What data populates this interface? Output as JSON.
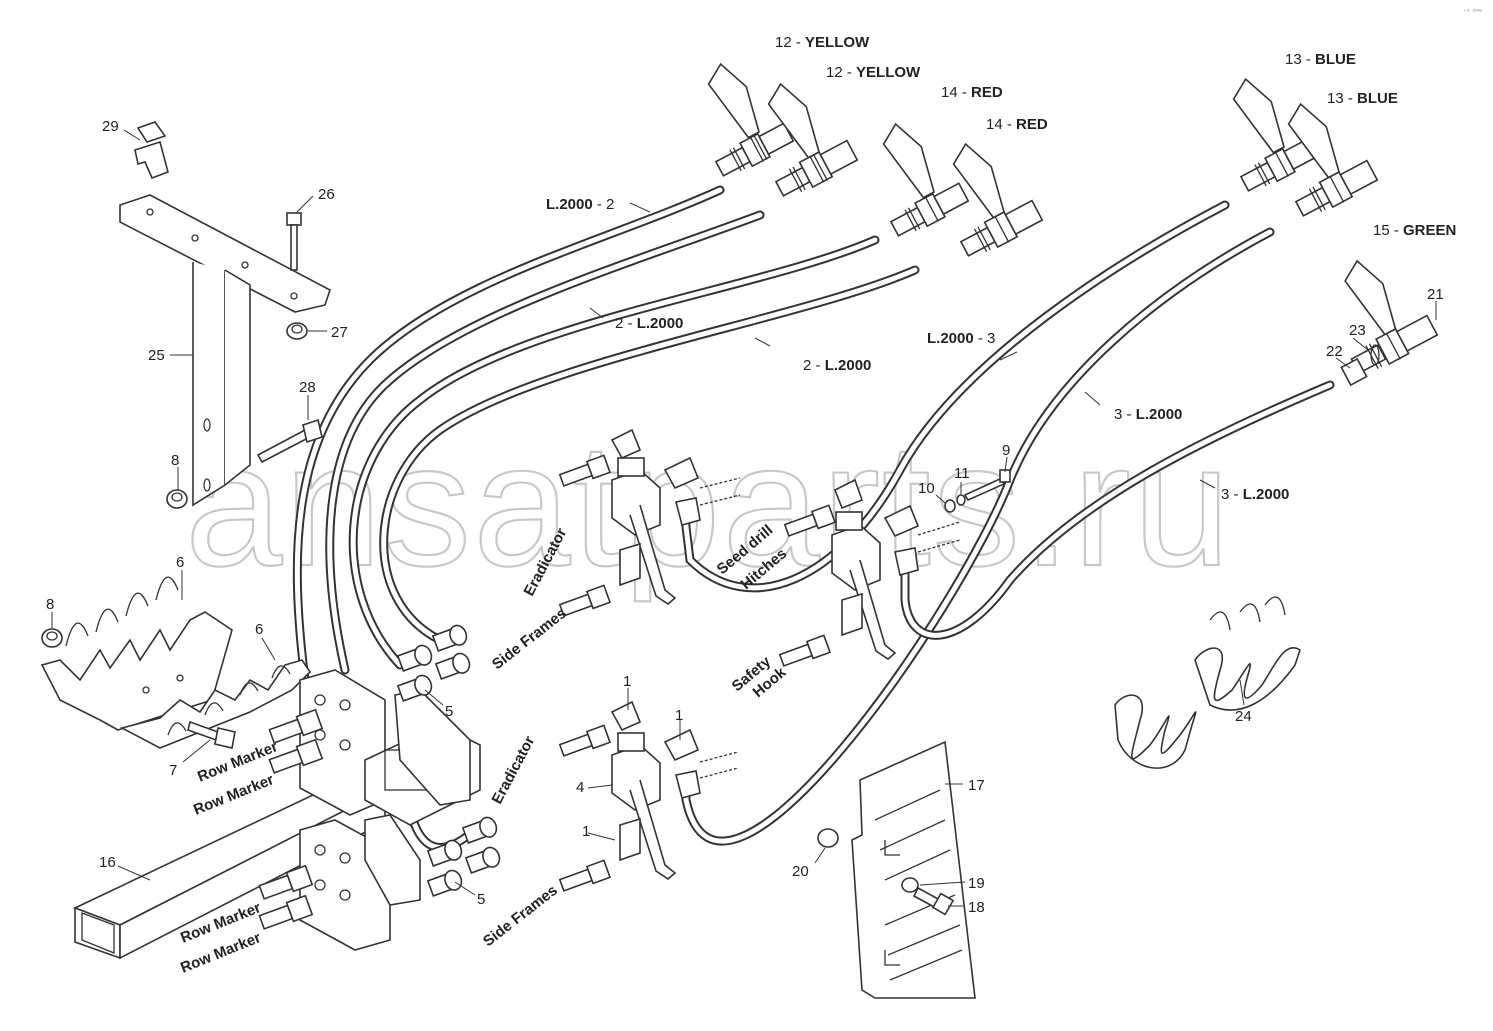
{
  "watermark": "ansatparts.ru",
  "corner_mark": "᛫ᵒ ᵒᵒᵒ",
  "colors": {
    "line": "#333333",
    "watermark": "#c8c8c8",
    "background": "#ffffff"
  },
  "coupler_labels": {
    "c12a": {
      "num": "12 - ",
      "color": "YELLOW"
    },
    "c12b": {
      "num": "12 - ",
      "color": "YELLOW"
    },
    "c14a": {
      "num": "14 - ",
      "color": "RED"
    },
    "c14b": {
      "num": "14 - ",
      "color": "RED"
    },
    "c13a": {
      "num": "13 - ",
      "color": "BLUE"
    },
    "c13b": {
      "num": "13 - ",
      "color": "BLUE"
    },
    "c15": {
      "num": "15 - ",
      "color": "GREEN"
    }
  },
  "hose_labels": {
    "h1": {
      "len": "L.2000",
      "sep": " - 2"
    },
    "h2": {
      "pre": "2 - ",
      "len": "L.2000"
    },
    "h3": {
      "pre": "2 - ",
      "len": "L.2000"
    },
    "h4": {
      "len": "L.2000",
      "sep": " - 3"
    },
    "h5": {
      "pre": "3 - ",
      "len": "L.2000"
    },
    "h6": {
      "pre": "3 - ",
      "len": "L.2000"
    }
  },
  "part_numbers": {
    "n29": "29",
    "n26": "26",
    "n27": "27",
    "n25": "25",
    "n28": "28",
    "n8a": "8",
    "n8b": "8",
    "n6a": "6",
    "n6b": "6",
    "n7": "7",
    "n16": "16",
    "n5a": "5",
    "n5b": "5",
    "n1a": "1",
    "n1b": "1",
    "n1c": "1",
    "n4": "4",
    "n9": "9",
    "n10": "10",
    "n11": "11",
    "n21": "21",
    "n22": "22",
    "n23": "23",
    "n24": "24",
    "n17": "17",
    "n20": "20",
    "n19": "19",
    "n18": "18"
  },
  "captions": {
    "eradicator_top": "Eradicator",
    "eradicator_bottom": "Eradicator",
    "side_frames_top": "Side Frames",
    "side_frames_bottom": "Side Frames",
    "seed_drill": "Seed drill",
    "hitches": "Hitches",
    "safety": "Safety",
    "hook": "Hook",
    "row_marker_1": "Row Marker",
    "row_marker_2": "Row Marker",
    "row_marker_3": "Row Marker",
    "row_marker_4": "Row Marker"
  }
}
